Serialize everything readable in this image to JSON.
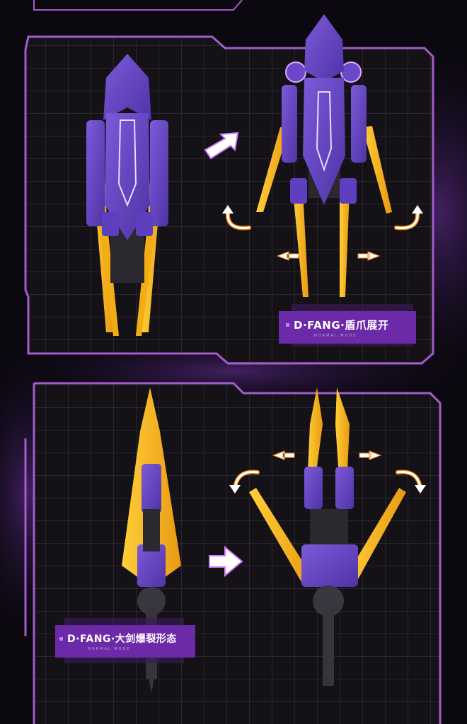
{
  "panels": [
    {
      "title": "D·FANG·盾爪展开",
      "subtitle": "NORMAL MODE"
    },
    {
      "title": "D·FANG·大剑爆裂形态",
      "subtitle": "NORMAL MODE"
    }
  ],
  "colors": {
    "background": "#0b080f",
    "panel_fill": "#141217",
    "grid_line": "#3c3a42",
    "panel_border": "#a35cc9",
    "armor_purple": "#6a48c9",
    "blade_yellow": "#f5b81c",
    "arrow_white": "#ffffff",
    "arrow_orange_glow": "#f08a1a",
    "label_purple": "#6d2aa8"
  },
  "icons": [
    "arrow-right-icon",
    "arrow-left-icon",
    "curved-arrow-icon"
  ]
}
